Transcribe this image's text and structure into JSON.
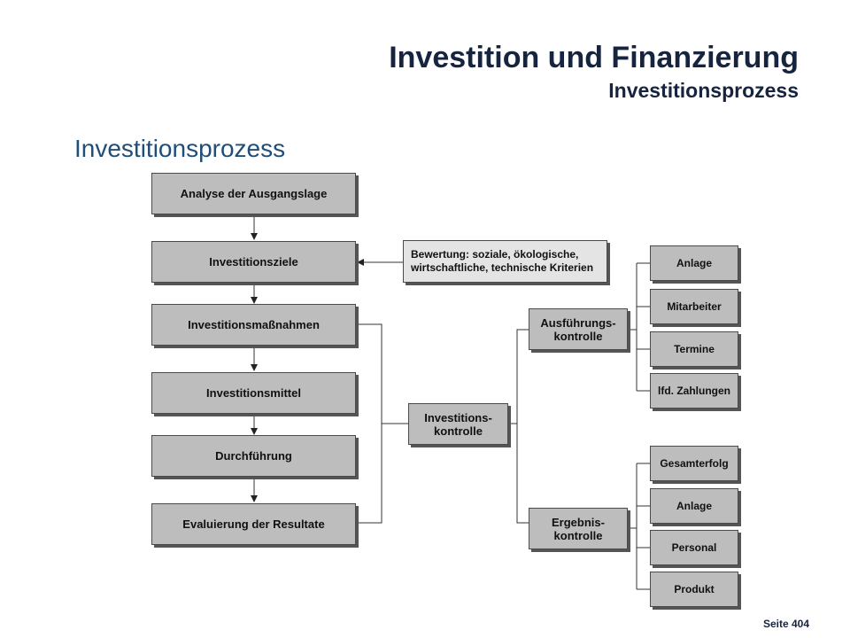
{
  "header": {
    "title": "Investition und Finanzierung",
    "subtitle": "Investitionsprozess"
  },
  "section_title": "Investitionsprozess",
  "diagram": {
    "process_steps": [
      "Analyse der Ausgangslage",
      "Investitionsziele",
      "Investitionsmaßnahmen",
      "Investitionsmittel",
      "Durchführung",
      "Evaluierung der Resultate"
    ],
    "criteria_note": "Bewertung: soziale, ökologische,\nwirtschaftliche, technische Kriterien",
    "control": {
      "label": "Investitions-\nkontrolle",
      "execution": {
        "label": "Ausführungs-\nkontrolle",
        "items": [
          "Anlage",
          "Mitarbeiter",
          "Termine",
          "lfd. Zahlungen"
        ]
      },
      "result": {
        "label": "Ergebnis-\nkontrolle",
        "items": [
          "Gesamterfolg",
          "Anlage",
          "Personal",
          "Produkt"
        ]
      }
    }
  },
  "footer": {
    "page_label": "Seite 404"
  }
}
